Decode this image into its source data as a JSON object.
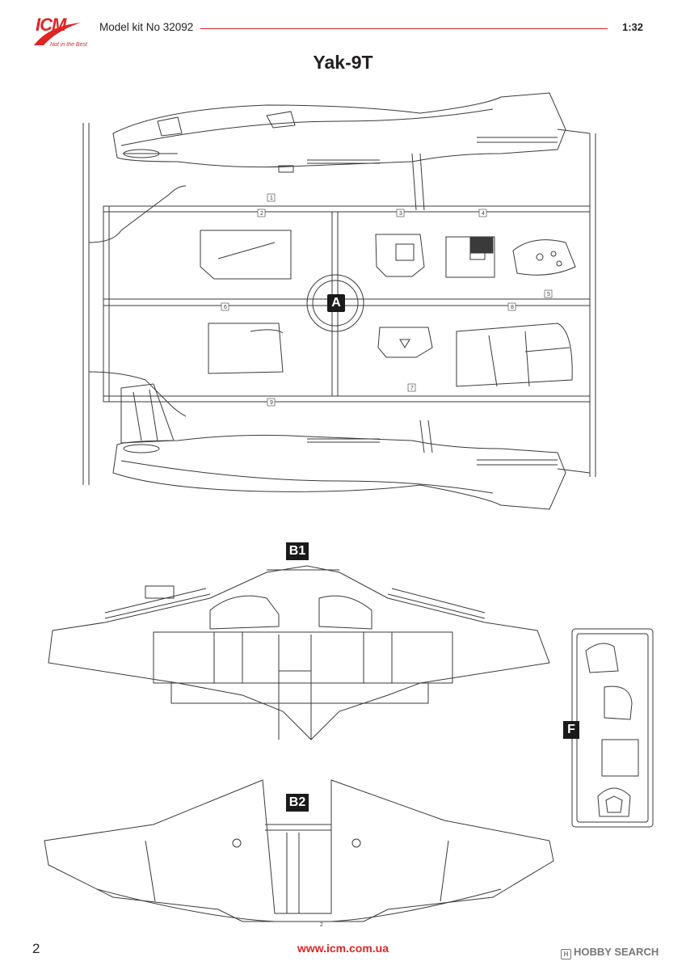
{
  "header": {
    "brand": "ICM",
    "tagline": "Not in the Best",
    "kit_label": "Model kit No 32092",
    "scale": "1:32",
    "brand_color": "#e02525"
  },
  "title": "Yak-9T",
  "sprues": {
    "a": {
      "label": "A",
      "part_numbers": [
        "1",
        "2",
        "3",
        "4",
        "5",
        "6",
        "7",
        "8",
        "9"
      ]
    },
    "b1": {
      "label": "B1"
    },
    "b2": {
      "label": "B2",
      "part_number": "2"
    },
    "f": {
      "label": "F"
    }
  },
  "footer": {
    "page_number": "2",
    "website": "www.icm.com.ua",
    "watermark": "HOBBY SEARCH"
  }
}
